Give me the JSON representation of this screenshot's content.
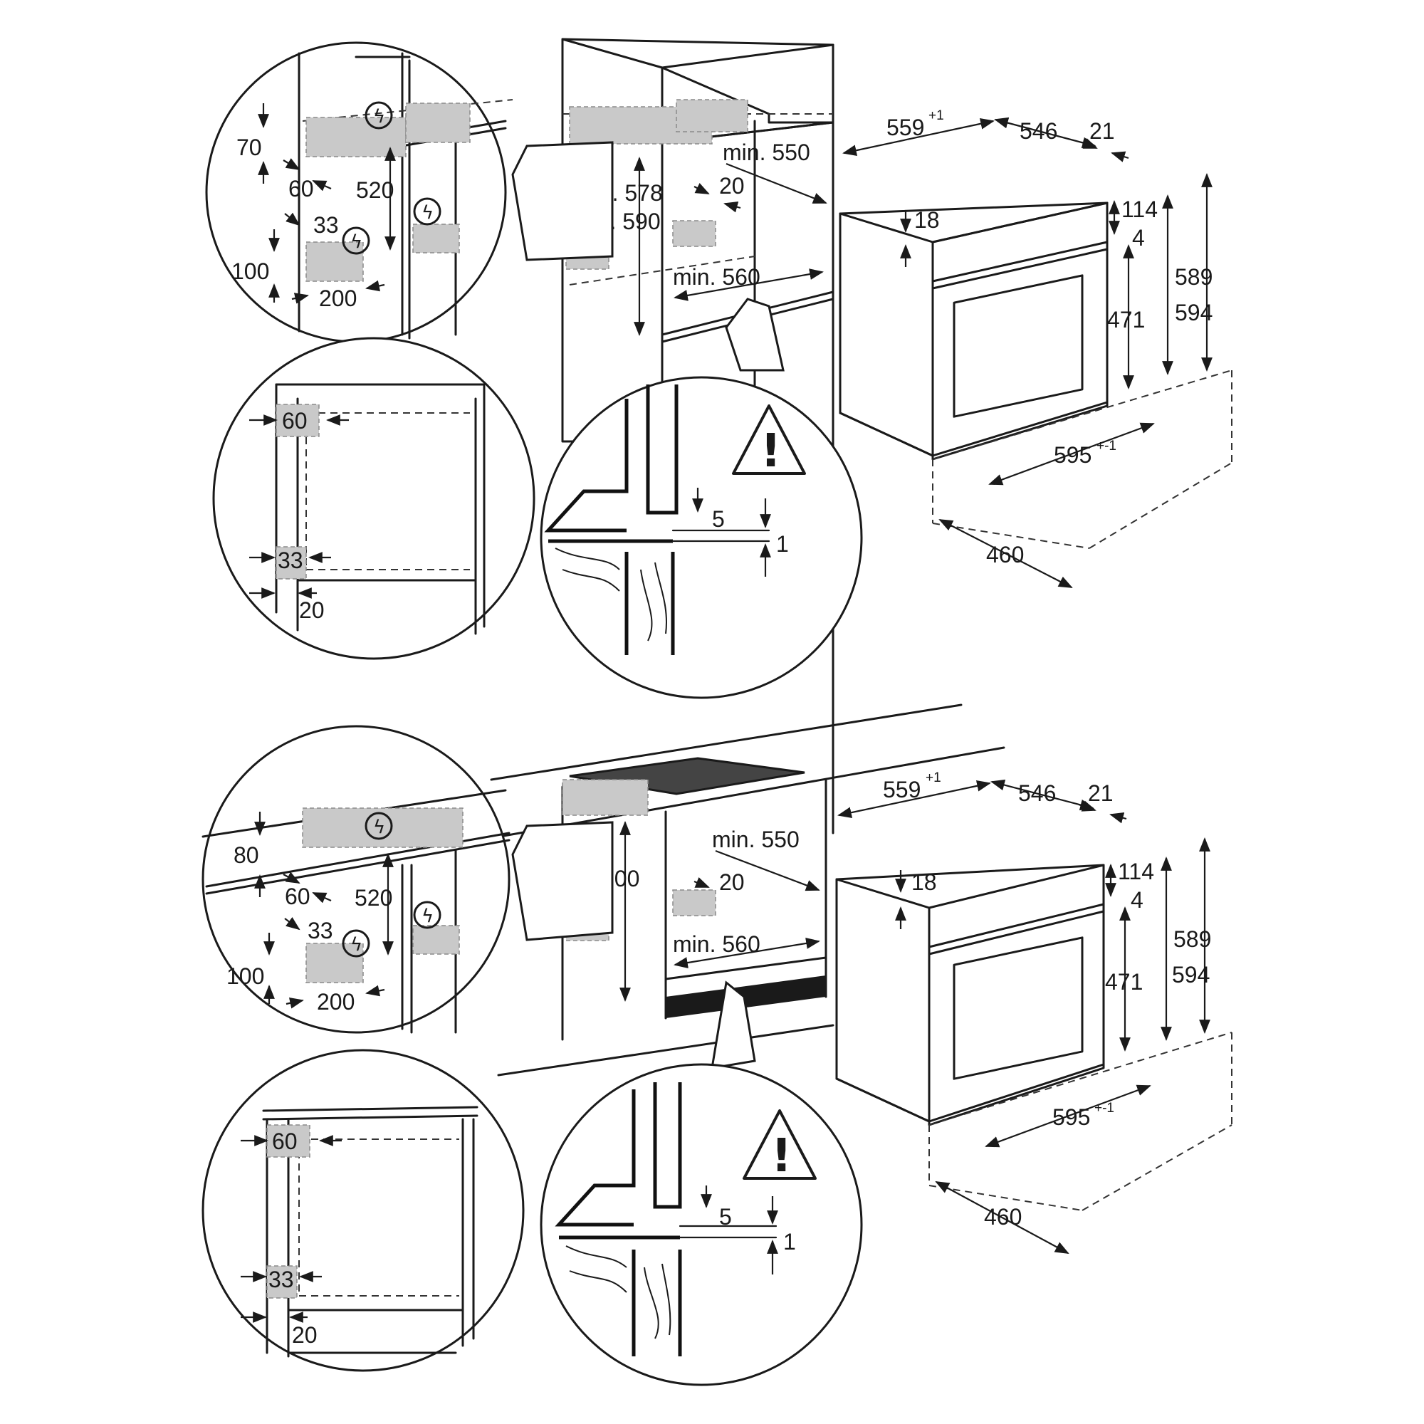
{
  "top": {
    "cabinet": {
      "min_550": "min. 550",
      "min_578": "min. 578",
      "max_590": "max. 590",
      "gap_20": "20",
      "min_560": "min. 560"
    },
    "detail_top": {
      "d70": "70",
      "d60": "60",
      "d520": "520",
      "d33": "33",
      "d100": "100",
      "d200": "200"
    },
    "detail_side": {
      "d60": "60",
      "d33": "33",
      "d20": "20"
    },
    "detail_gap": {
      "d5": "5",
      "d1": "1"
    },
    "oven": {
      "w559": "559",
      "w559_tol": "+1",
      "d546": "546",
      "d21": "21",
      "d18": "18",
      "d114": "114",
      "d4": "4",
      "d471": "471",
      "d589": "589",
      "d594": "594",
      "w595": "595",
      "w595_tol": "+-1",
      "d460": "460"
    }
  },
  "bottom": {
    "cabinet": {
      "min_550": "min. 550",
      "h600": "600",
      "gap_20": "20",
      "min_560": "min. 560"
    },
    "detail_top": {
      "d80": "80",
      "d60": "60",
      "d520": "520",
      "d33": "33",
      "d100": "100",
      "d200": "200"
    },
    "detail_side": {
      "d60": "60",
      "d33": "33",
      "d20": "20"
    },
    "detail_gap": {
      "d5": "5",
      "d1": "1"
    },
    "oven": {
      "w559": "559",
      "w559_tol": "+1",
      "d546": "546",
      "d21": "21",
      "d18": "18",
      "d114": "114",
      "d4": "4",
      "d471": "471",
      "d589": "589",
      "d594": "594",
      "w595": "595",
      "w595_tol": "+-1",
      "d460": "460"
    }
  },
  "icons": {
    "electrical": "lightning-bolt-icon",
    "warning": "warning-triangle-icon"
  }
}
